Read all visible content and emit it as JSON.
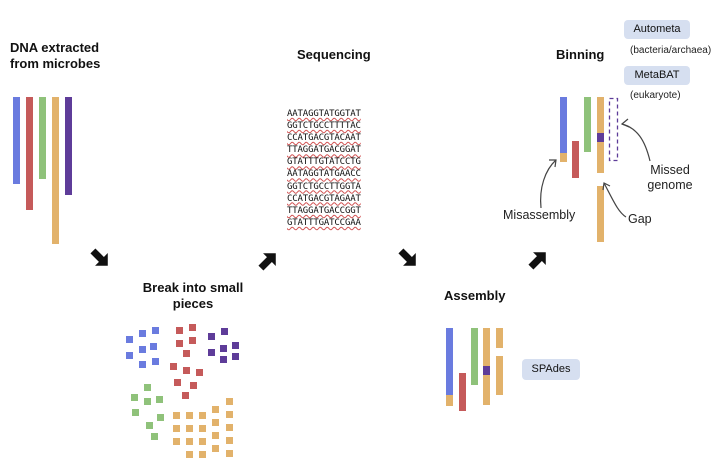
{
  "colors": {
    "blue": "#6a7bdf",
    "red": "#c55a5a",
    "green": "#8fc27a",
    "orange": "#e2b26b",
    "purple": "#5e3c99",
    "tool_bg": "#d6dff0"
  },
  "steps": {
    "dna_extracted": "DNA extracted from microbes",
    "break_pieces": "Break into small pieces",
    "sequencing": "Sequencing",
    "assembly": "Assembly",
    "binning": "Binning"
  },
  "sequences": [
    "AATAGGTATGGTAT",
    "GGTCTGCCTTTTAC",
    "CCATGACGTACAAT",
    "TTAGGATGACGGAT",
    "GTATTTGTATCCTG",
    "AATAGGTATGAACC",
    "GGTCTGCCTTGGTA",
    "CCATGACGTAGAAT",
    "TTAGGATGACCGGT",
    "GTATTTGATCCGAA"
  ],
  "tools": {
    "autometa": "Autometa",
    "autometa_note": "(bacteria/archaea)",
    "metabat": "MetaBAT",
    "metabat_note": "(eukaryote)",
    "spades": "SPAdes"
  },
  "annotations": {
    "missed_genome": "Missed genome",
    "misassembly": "Misassembly",
    "gap": "Gap"
  }
}
